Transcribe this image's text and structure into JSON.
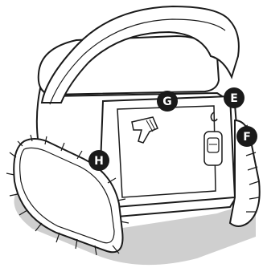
{
  "figure": {
    "callouts": [
      {
        "id": "G",
        "label": "G",
        "target": "filter-door-latch"
      },
      {
        "id": "E",
        "label": "E",
        "target": "indicator-light"
      },
      {
        "id": "F",
        "label": "F",
        "target": "side-switch-panel"
      },
      {
        "id": "H",
        "label": "H",
        "target": "track-wheel"
      }
    ]
  },
  "colors": {
    "outline": "#1a1a1a",
    "body_fill": "#ffffff",
    "shadow": "#c8c8c8",
    "badge": "#1a1a1a",
    "badge_text": "#ffffff"
  }
}
